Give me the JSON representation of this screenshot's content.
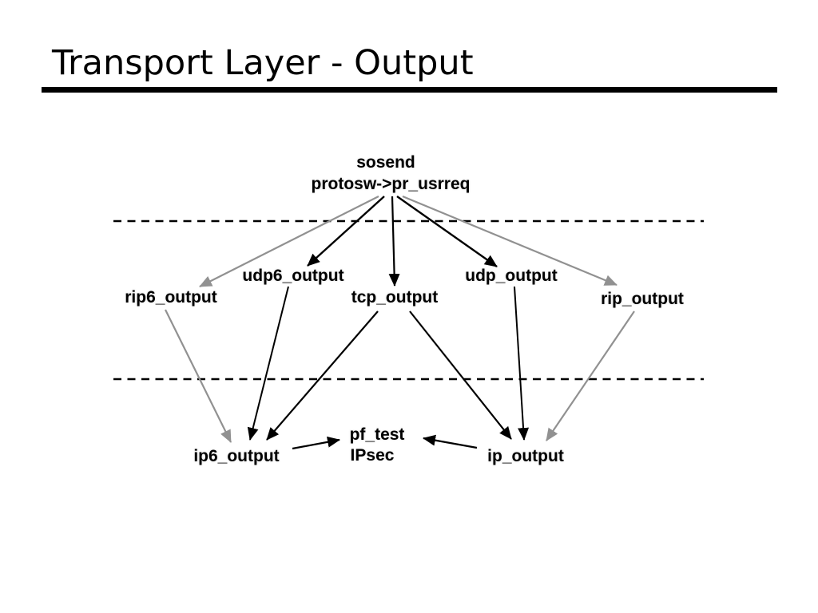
{
  "title": "Transport Layer - Output",
  "colors": {
    "ink": "#000000",
    "gray_arrow": "#919191"
  },
  "diagram": {
    "top_node": {
      "line1": "sosend",
      "line2": "protosw->pr_usrreq"
    },
    "middle_nodes": {
      "rip6": "rip6_output",
      "udp6": "udp6_output",
      "tcp": "tcp_output",
      "udp": "udp_output",
      "rip": "rip_output"
    },
    "bottom_nodes": {
      "ip6": "ip6_output",
      "pf_line1": "pf_test",
      "pf_line2": "IPsec",
      "ip": "ip_output"
    }
  }
}
